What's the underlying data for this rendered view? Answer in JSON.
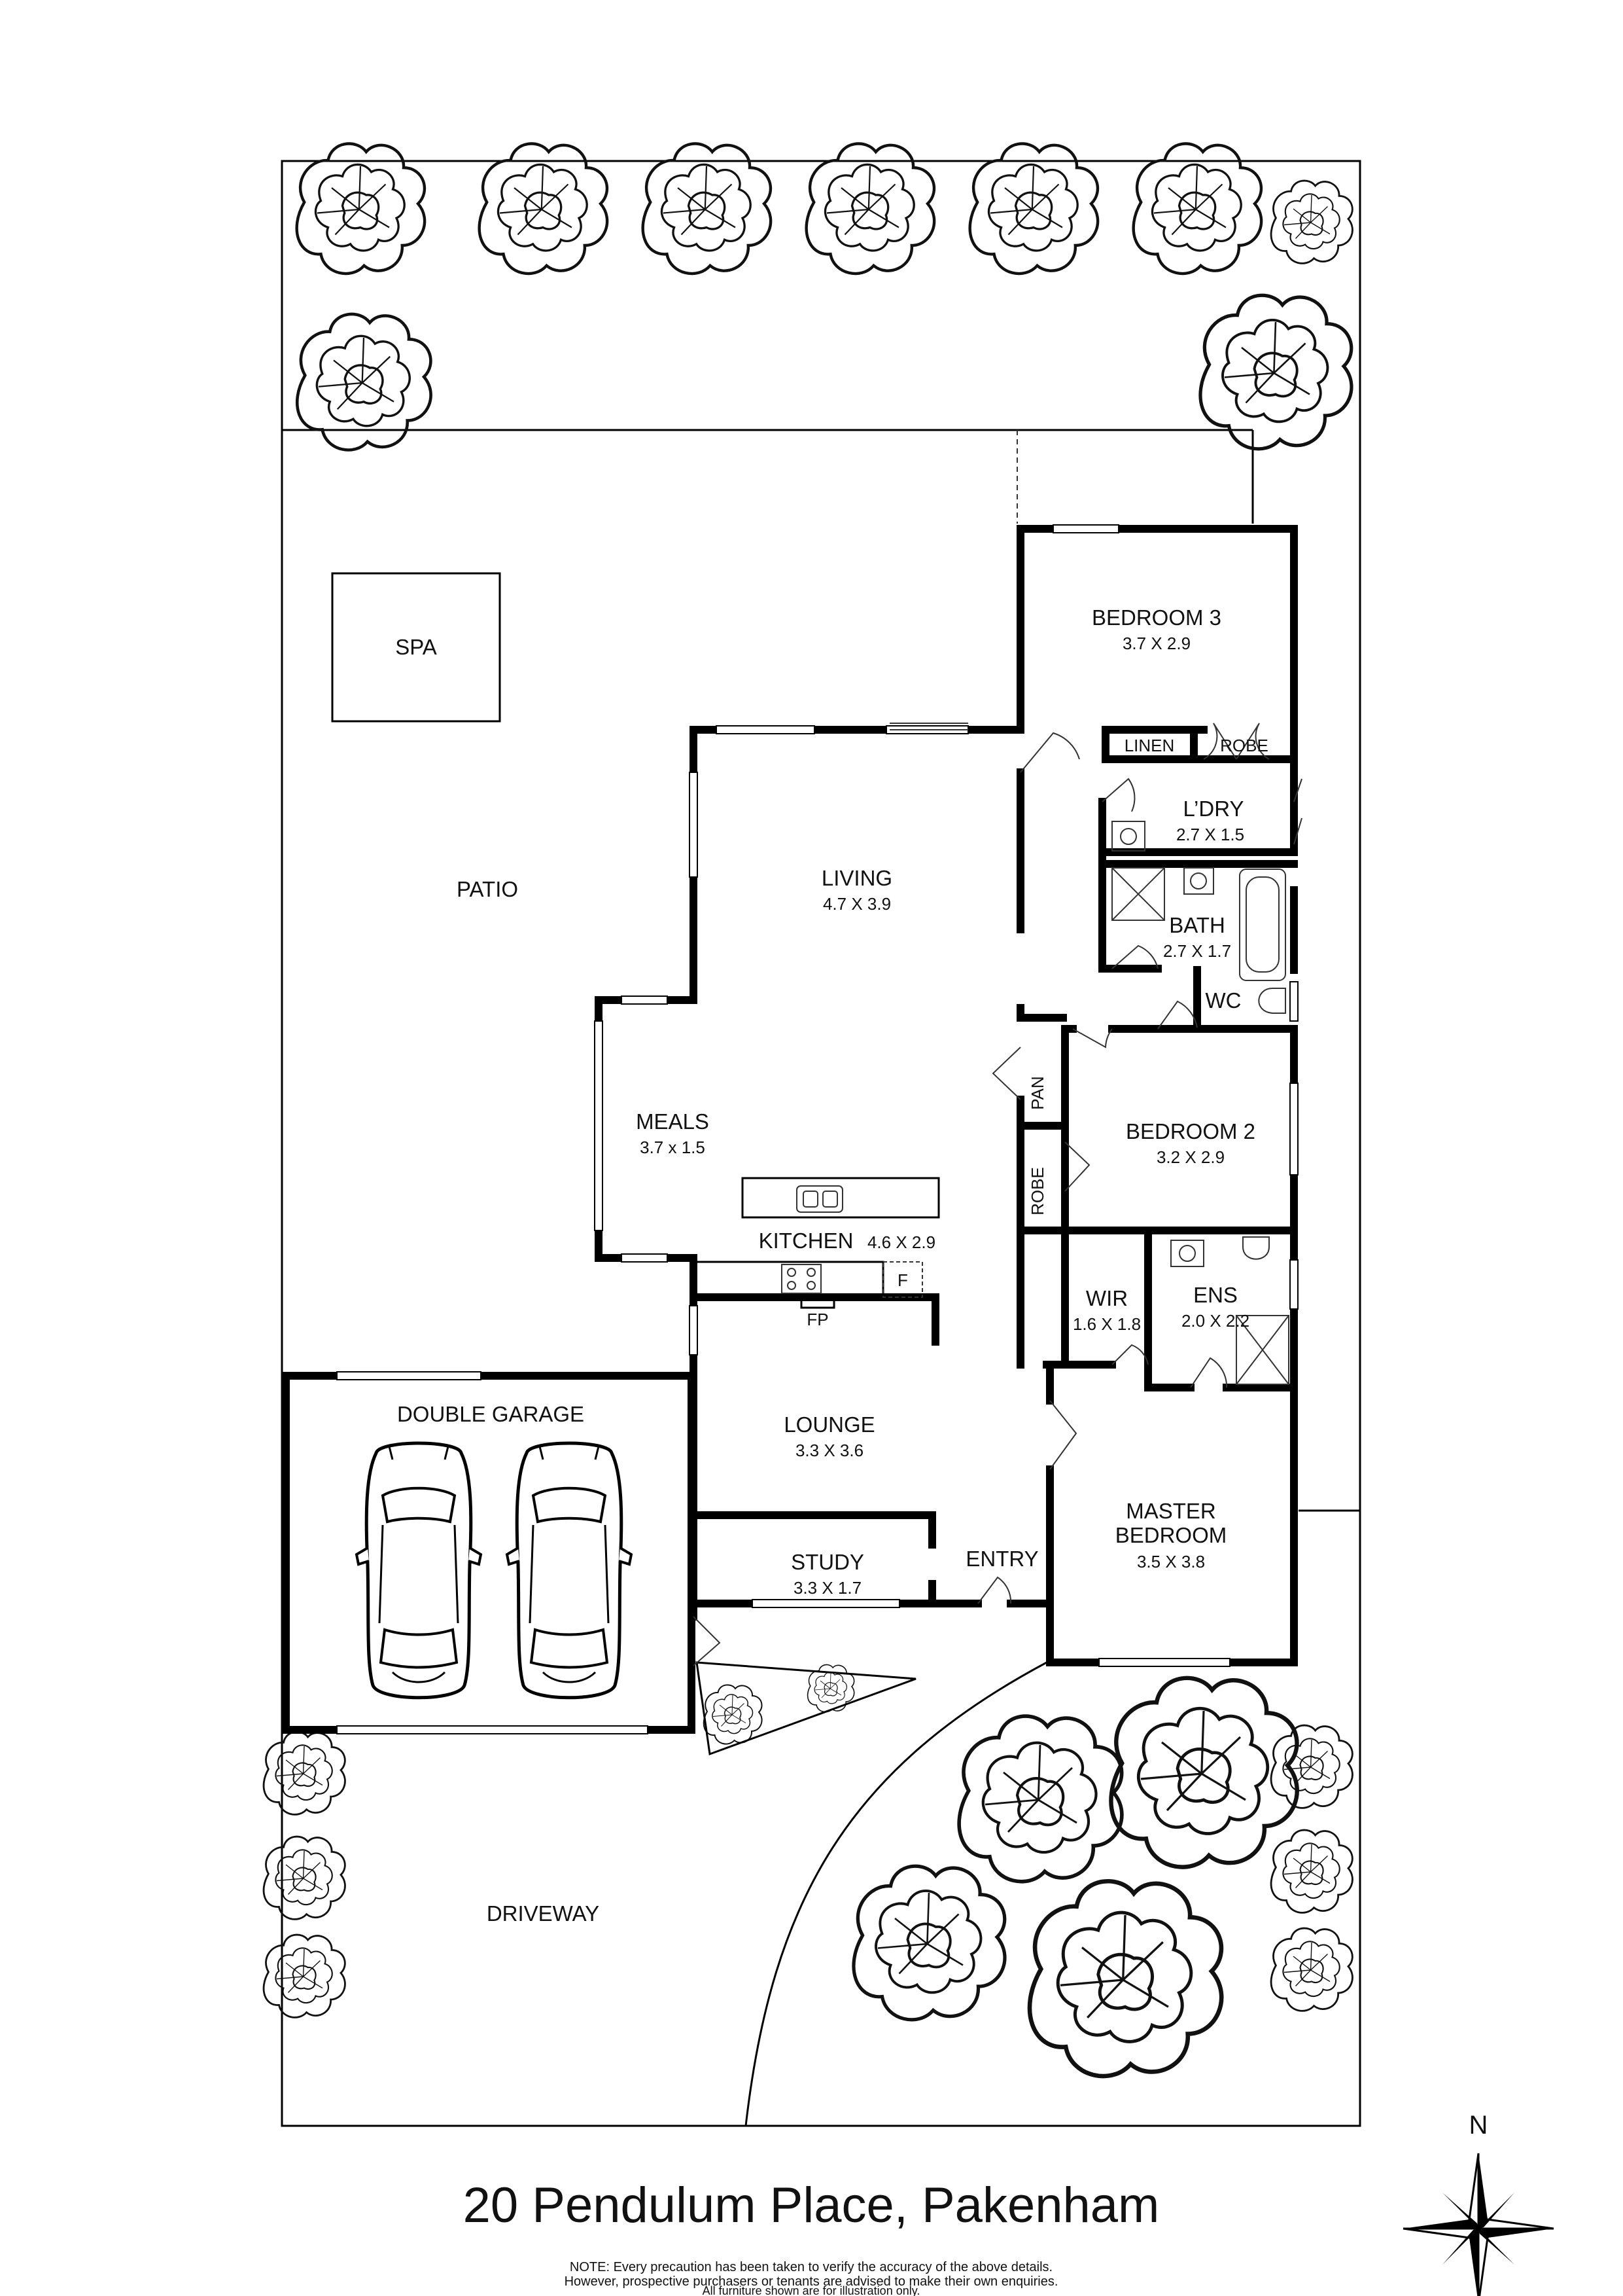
{
  "address": "20 Pendulum Place, Pakenham",
  "note_lines": [
    "NOTE: Every precaution has been taken to verify the accuracy of the above details.",
    "However, prospective purchasers or tenants are advised to make their own enquiries.",
    "All furniture shown are for illustration only."
  ],
  "compass_label": "N",
  "rooms": {
    "spa": {
      "name": "SPA"
    },
    "patio": {
      "name": "PATIO"
    },
    "bedroom3": {
      "name": "BEDROOM 3",
      "size": "3.7 X 2.9"
    },
    "linen": {
      "name": "LINEN"
    },
    "robe_bed3": {
      "name": "ROBE"
    },
    "laundry": {
      "name": "L’DRY",
      "size": "2.7 X 1.5"
    },
    "living": {
      "name": "LIVING",
      "size": "4.7 X 3.9"
    },
    "bath": {
      "name": "BATH",
      "size": "2.7 X 1.7"
    },
    "wc": {
      "name": "WC"
    },
    "pantry": {
      "name": "PAN"
    },
    "meals": {
      "name": "MEALS",
      "size": "3.7 x 1.5"
    },
    "bedroom2": {
      "name": "BEDROOM 2",
      "size": "3.2 X 2.9"
    },
    "robe_bed2": {
      "name": "ROBE"
    },
    "kitchen": {
      "name": "KITCHEN",
      "size": "4.6 X 2.9"
    },
    "fridge": {
      "name": "F"
    },
    "fireplace": {
      "name": "FP"
    },
    "wir": {
      "name": "WIR",
      "size": "1.6 X 1.8"
    },
    "ensuite": {
      "name": "ENS",
      "size": "2.0 X 2.2"
    },
    "garage": {
      "name": "DOUBLE GARAGE"
    },
    "lounge": {
      "name": "LOUNGE",
      "size": "3.3 X 3.6"
    },
    "master": {
      "name_line1": "MASTER",
      "name_line2": "BEDROOM",
      "size": "3.5 X 3.8"
    },
    "study": {
      "name": "STUDY",
      "size": "3.3 X 1.7"
    },
    "entry": {
      "name": "ENTRY"
    },
    "driveway": {
      "name": "DRIVEWAY"
    }
  }
}
